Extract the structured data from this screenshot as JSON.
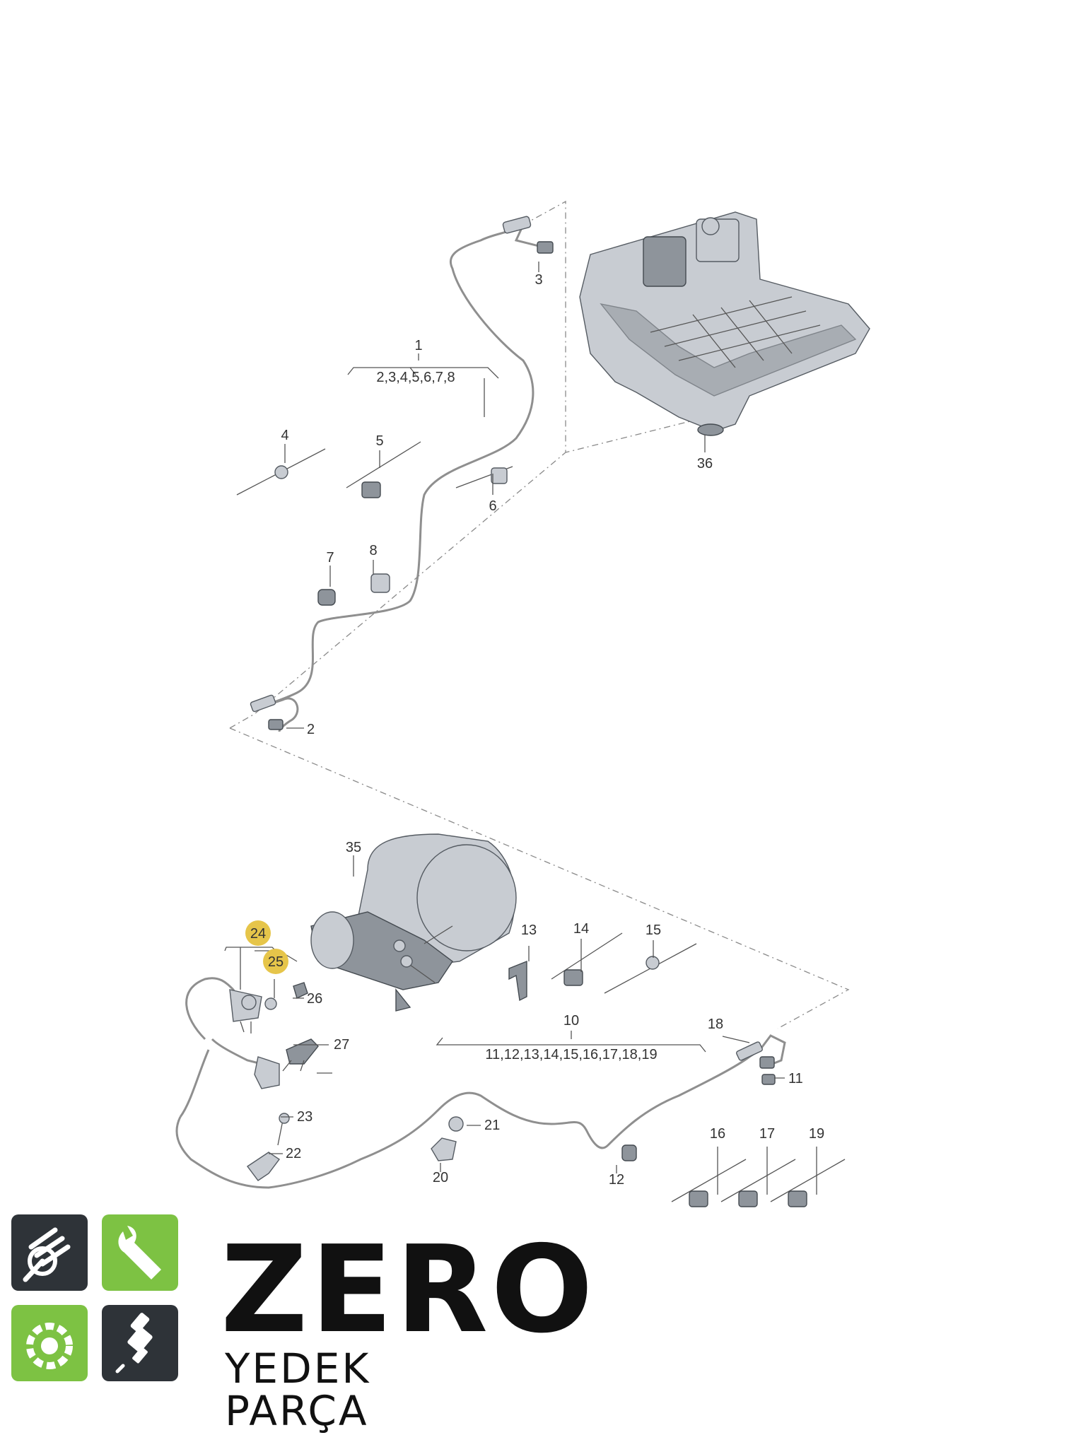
{
  "callouts": {
    "c1": "1",
    "c1_group": "2,3,4,5,6,7,8",
    "c2": "2",
    "c3": "3",
    "c4": "4",
    "c5": "5",
    "c6": "6",
    "c7": "7",
    "c8": "8",
    "c10": "10",
    "c10_group": "11,12,13,14,15,16,17,18,19",
    "c11": "11",
    "c12": "12",
    "c13": "13",
    "c14": "14",
    "c15": "15",
    "c16": "16",
    "c17": "17",
    "c18": "18",
    "c19": "19",
    "c20": "20",
    "c21": "21",
    "c22": "22",
    "c23": "23",
    "c24": "24",
    "c25": "25",
    "c26": "26",
    "c27": "27",
    "c35": "35",
    "c36": "36"
  },
  "highlighted_callouts": [
    "24",
    "25"
  ],
  "brand": {
    "name": "ZERO",
    "subtitle": "YEDEK PARÇA",
    "icons": [
      "piston-icon",
      "wrench-icon",
      "gear-icon",
      "spark-plug-icon"
    ],
    "colors": {
      "dark": "#2e3338",
      "green": "#7dc243",
      "text": "#111111",
      "highlight": "#e6c54a"
    }
  }
}
